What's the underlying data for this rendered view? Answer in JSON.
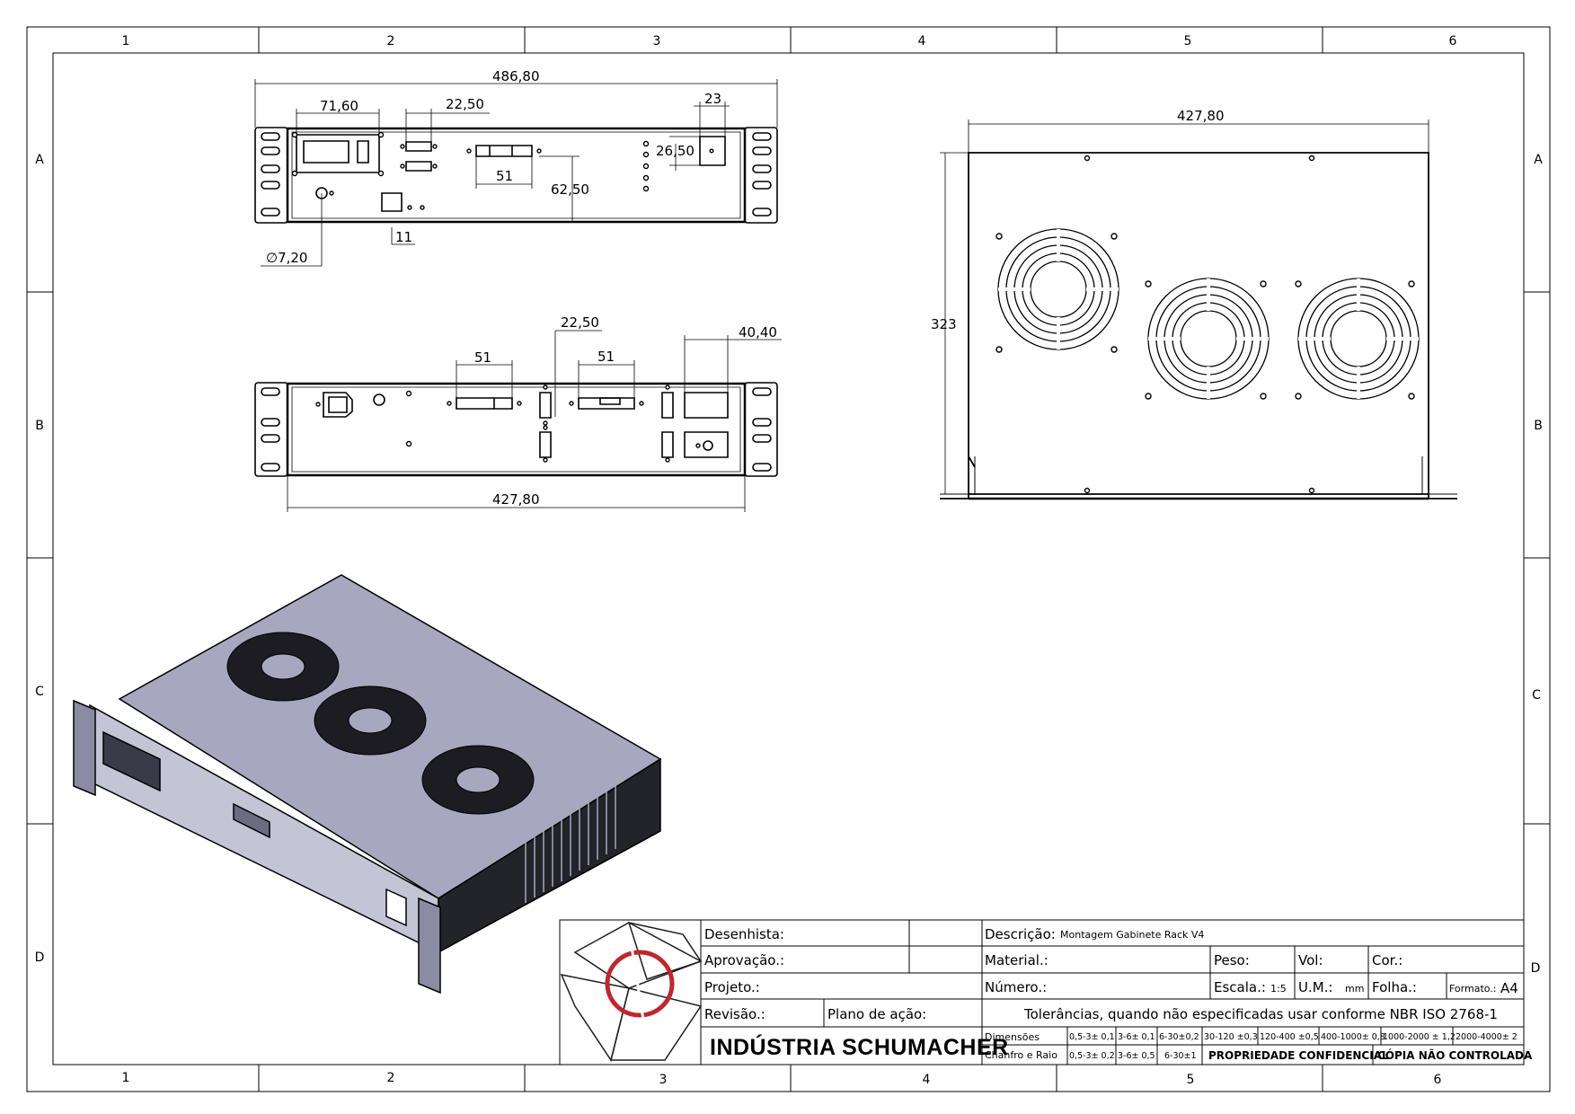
{
  "frame": {
    "columns": [
      "1",
      "2",
      "3",
      "4",
      "5",
      "6"
    ],
    "rows": [
      "A",
      "B",
      "C",
      "D"
    ]
  },
  "dimensions": {
    "top_overall_width": "486,80",
    "top_display_width": "71,60",
    "top_connector_width": "22,50",
    "top_right_width": "23",
    "top_right_height": "26,50",
    "top_slot_width": "51",
    "top_slot_height": "62,50",
    "top_diameter": "∅7,20",
    "top_small": "11",
    "rear_connector_width": "22,50",
    "rear_slot_left": "51",
    "rear_slot_right": "51",
    "rear_right_width": "40,40",
    "rear_body_width": "427,80",
    "top_view_width": "427,80",
    "top_view_height": "323"
  },
  "title_block": {
    "designer_label": "Desenhista:",
    "approval_label": "Aprovação.:",
    "project_label": "Projeto.:",
    "revision_label": "Revisão.:",
    "action_plan_label": "Plano de ação:",
    "company_name": "INDÚSTRIA SCHUMACHER",
    "description_label": "Descrição:",
    "description_value": "Montagem Gabinete Rack V4",
    "material_label": "Material.:",
    "weight_label": "Peso:",
    "volume_label": "Vol:",
    "color_label": "Cor.:",
    "number_label": "Número.:",
    "scale_label": "Escala.:",
    "scale_value": "1:5",
    "unit_label": "U.M.:",
    "unit_value": "mm",
    "sheet_label": "Folha.:",
    "format_label": "Formato.:",
    "format_value": "A4",
    "tolerance_note": "Tolerâncias, quando não especificadas usar conforme NBR ISO 2768-1",
    "dimensions_label": "Dimensões",
    "chamfer_label": "Chanfro e Raio",
    "dim_tolerances": [
      "0,5-3± 0,1",
      "3-6± 0,1",
      "6-30±0,2",
      "30-120 ±0,3",
      "120-400 ±0,5",
      "400-1000± 0,8",
      "1000-2000 ± 1,2",
      "2000-4000± 2"
    ],
    "chamfer_tolerances": [
      "0,5-3± 0,2",
      "3-6± 0,5",
      "6-30±1"
    ],
    "confidential": "PROPRIEDADE CONFIDENCIAL",
    "uncontrolled": "CÓPIA NÃO CONTROLADA"
  }
}
